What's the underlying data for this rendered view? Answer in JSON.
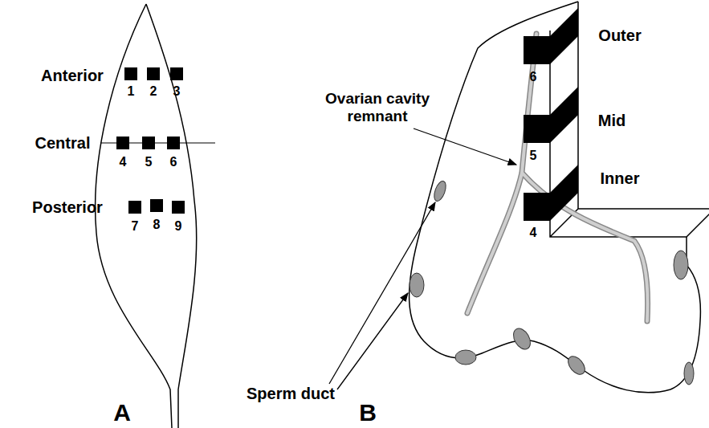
{
  "diagram": {
    "labels": [
      "Anterior",
      "1",
      "2",
      "3",
      "Central",
      "4",
      "5",
      "6",
      "Posterior",
      "7",
      "8",
      "9",
      "A",
      "Ovarian cavity remnant",
      "Sperm duct",
      "6",
      "Outer",
      "5",
      "Mid",
      "4",
      "Inner",
      "B"
    ]
  }
}
